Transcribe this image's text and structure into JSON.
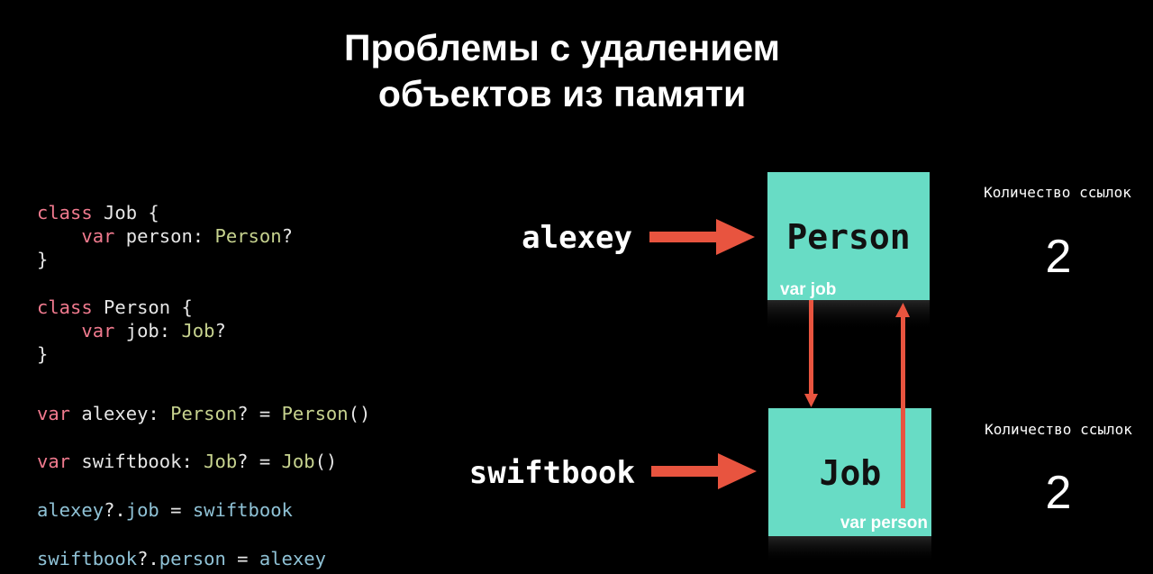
{
  "slide": {
    "title_line1": "Проблемы с удалением",
    "title_line2": "объектов из памяти"
  },
  "code": {
    "line1": {
      "kw": "class",
      "name": " Job {"
    },
    "line2": {
      "indent": "    ",
      "kw": "var",
      "name": " person: ",
      "type": "Person",
      "suffix": "?"
    },
    "line3": {
      "text": "}"
    },
    "line4": {
      "kw": "class",
      "name": " Person {"
    },
    "line5": {
      "indent": "    ",
      "kw": "var",
      "name": " job: ",
      "type": "Job",
      "suffix": "?"
    },
    "line6": {
      "text": "}"
    },
    "line7": {
      "kw": "var",
      "name": " alexey: ",
      "type": "Person",
      "mid": "? = ",
      "ctor": "Person",
      "end": "()"
    },
    "line8": {
      "kw": "var",
      "name": " swiftbook: ",
      "type": "Job",
      "mid": "? = ",
      "ctor": "Job",
      "end": "()"
    },
    "line9": {
      "obj": "alexey",
      "op": "?.",
      "prop": "job",
      "eq": " = ",
      "val": "swiftbook"
    },
    "line10": {
      "obj": "swiftbook",
      "op": "?.",
      "prop": "person",
      "eq": " = ",
      "val": "alexey"
    }
  },
  "diagram": {
    "alexey_label": "alexey",
    "swiftbook_label": "swiftbook",
    "person_box": {
      "name": "Person",
      "field": "var job"
    },
    "job_box": {
      "name": "Job",
      "field": "var person"
    },
    "person_refs": {
      "label": "Количество ссылок",
      "value": "2"
    },
    "job_refs": {
      "label": "Количество ссылок",
      "value": "2"
    }
  },
  "colors": {
    "background": "#000000",
    "box_fill": "#68dcc5",
    "arrow": "#e8543f",
    "keyword": "#f07a8e",
    "type": "#c7d38f",
    "property": "#8fc2d6"
  }
}
